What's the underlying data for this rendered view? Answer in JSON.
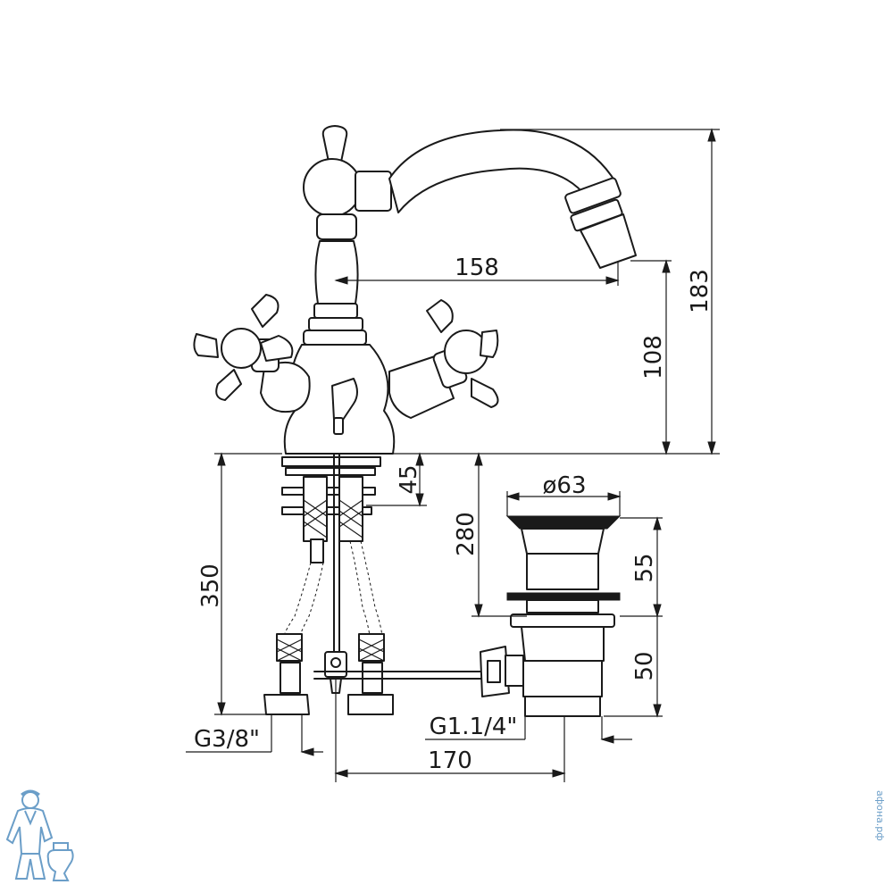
{
  "dimensions": {
    "spout_reach": "158",
    "total_height": "183",
    "spout_height": "108",
    "deck_thickness": "45",
    "hose_length": "350",
    "waste_length": "280",
    "waste_flange": "ø63",
    "waste_upper": "55",
    "waste_lower": "50",
    "inlet_thread": "G3/8\"",
    "waste_thread": "G1.1/4\"",
    "centre_distance": "170"
  },
  "watermark": "афона.рф",
  "colors": {
    "line": "#1a1a1a",
    "logo": "#6b9ec8",
    "background": "#ffffff"
  }
}
